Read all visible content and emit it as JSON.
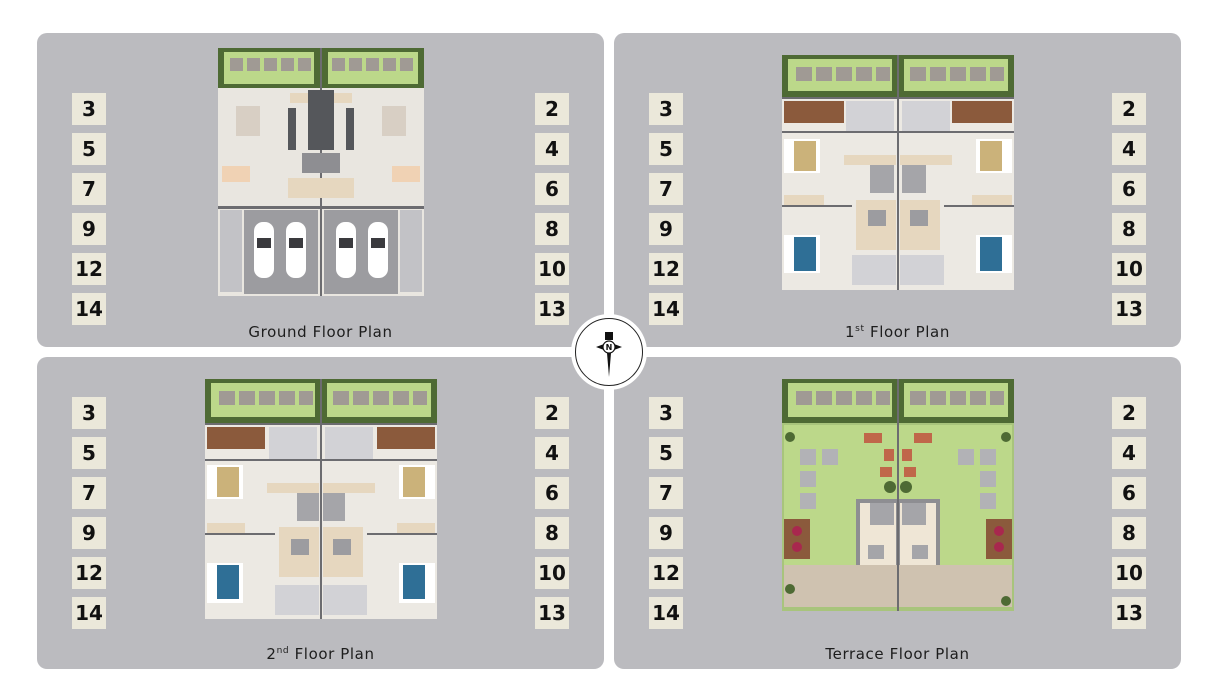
{
  "panels": [
    {
      "id": "ground",
      "title": "Ground Floor Plan",
      "title_main": "Ground Floor Plan",
      "sup": "",
      "left_units": [
        "3",
        "5",
        "7",
        "9",
        "12",
        "14"
      ],
      "right_units": [
        "2",
        "4",
        "6",
        "8",
        "10",
        "13"
      ]
    },
    {
      "id": "first",
      "title": "1st Floor Plan",
      "title_pre": "1",
      "sup": "st",
      "title_post": " Floor Plan",
      "left_units": [
        "3",
        "5",
        "7",
        "9",
        "12",
        "14"
      ],
      "right_units": [
        "2",
        "4",
        "6",
        "8",
        "10",
        "13"
      ]
    },
    {
      "id": "second",
      "title": "2nd Floor Plan",
      "title_pre": "2",
      "sup": "nd",
      "title_post": " Floor Plan",
      "left_units": [
        "3",
        "5",
        "7",
        "9",
        "12",
        "14"
      ],
      "right_units": [
        "2",
        "4",
        "6",
        "8",
        "10",
        "13"
      ]
    },
    {
      "id": "terrace",
      "title": "Terrace Floor Plan",
      "title_main": "Terrace Floor Plan",
      "sup": "",
      "left_units": [
        "3",
        "5",
        "7",
        "9",
        "12",
        "14"
      ],
      "right_units": [
        "2",
        "4",
        "6",
        "8",
        "10",
        "13"
      ]
    }
  ],
  "compass": {
    "label": "N",
    "icon": "compass-north-icon"
  },
  "colors": {
    "panel_bg": "#bbbbbf",
    "unit_bg": "#ebe8da",
    "lawn": "#bcd88a",
    "hedge": "#4e6a34",
    "wall": "#7c7c80",
    "floor": "#ece9e3",
    "bed_blue": "#2f6f96",
    "bed_gold": "#cbb27a",
    "deck": "#8b5a3c"
  }
}
